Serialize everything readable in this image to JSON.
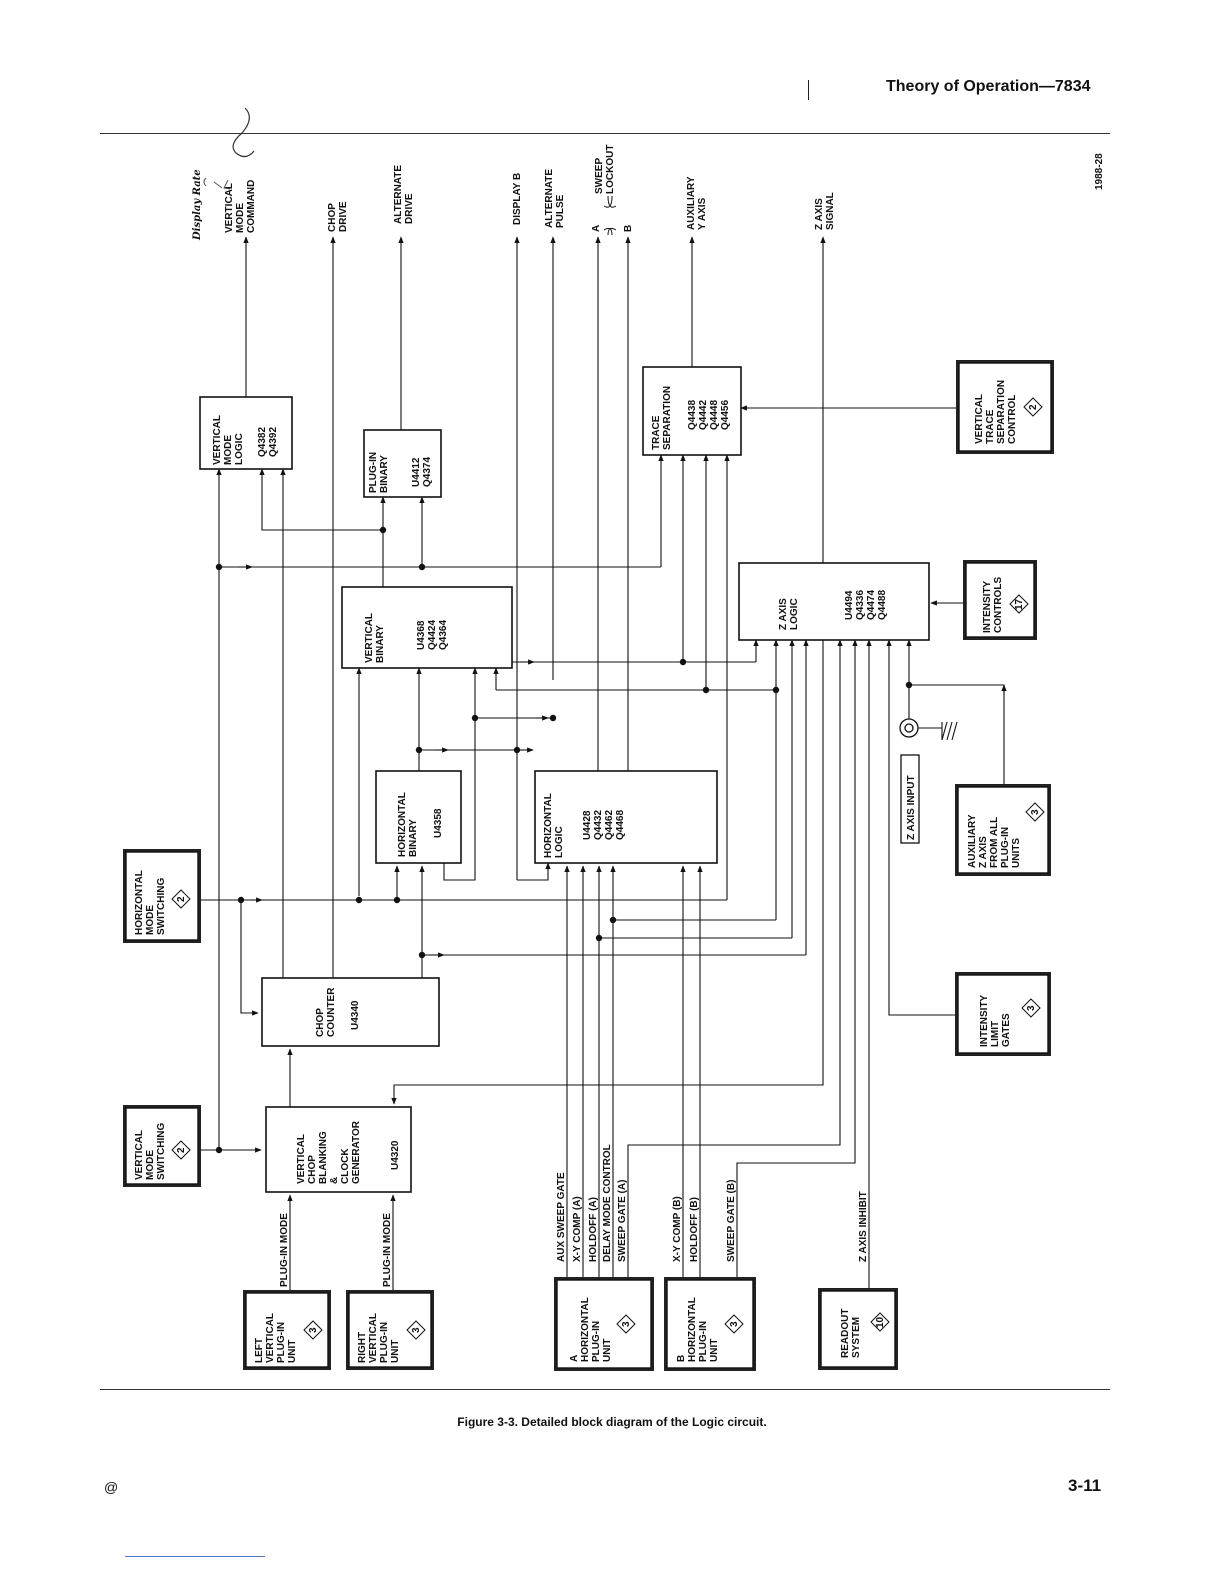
{
  "header": {
    "title": "Theory of Operation—7834"
  },
  "figure": {
    "number": "1988-28",
    "caption": "Figure 3-3.  Detailed block diagram of the Logic circuit."
  },
  "footer": {
    "mark": "@",
    "page": "3-11"
  },
  "annotation": {
    "handwritten": "Display Rate"
  },
  "outputs": {
    "vertical_mode_command": [
      "VERTICAL",
      "MODE",
      "COMMAND"
    ],
    "chop_drive": [
      "CHOP",
      "DRIVE"
    ],
    "alternate_drive": [
      "ALTERNATE",
      "DRIVE"
    ],
    "display_b": [
      "DISPLAY B"
    ],
    "alternate_pulse": [
      "ALTERNATE",
      "PULSE"
    ],
    "sweep_lockout": [
      "SWEEP",
      "LOCKOUT"
    ],
    "sweep_a": "A",
    "sweep_b": "B",
    "auxiliary_y_axis": [
      "AUXILIARY",
      "Y AXIS"
    ],
    "z_axis_signal": [
      "Z AXIS",
      "SIGNAL"
    ]
  },
  "blocks": {
    "vertical_mode_logic": {
      "name": [
        "VERTICAL",
        "MODE",
        "LOGIC"
      ],
      "parts": [
        "Q4382",
        "Q4392"
      ]
    },
    "plugin_binary": {
      "name": [
        "PLUG-IN",
        "BINARY"
      ],
      "parts": [
        "U4412",
        "Q4374"
      ]
    },
    "vertical_binary": {
      "name": [
        "VERTICAL",
        "BINARY"
      ],
      "parts": [
        "U4368",
        "Q4424",
        "Q4364"
      ]
    },
    "horizontal_binary": {
      "name": [
        "HORIZONTAL",
        "BINARY"
      ],
      "parts": [
        "U4358"
      ]
    },
    "horizontal_logic": {
      "name": [
        "HORIZONTAL",
        "LOGIC"
      ],
      "parts": [
        "U4428",
        "Q4432",
        "Q4462",
        "Q4468"
      ]
    },
    "trace_separation": {
      "name": [
        "TRACE",
        "SEPARATION"
      ],
      "parts": [
        "Q4438",
        "Q4442",
        "Q4448",
        "Q4456"
      ]
    },
    "z_axis_logic": {
      "name": [
        "Z AXIS",
        "LOGIC"
      ],
      "parts": [
        "U4494",
        "Q4336",
        "Q4474",
        "Q4488"
      ]
    },
    "chop_counter": {
      "name": [
        "CHOP",
        "COUNTER"
      ],
      "parts": [
        "U4340"
      ]
    },
    "vertical_chop": {
      "name": [
        "VERTICAL",
        "CHOP",
        "BLANKING",
        "&",
        "CLOCK",
        "GENERATOR"
      ],
      "parts": [
        "U4320"
      ]
    }
  },
  "references": {
    "horizontal_mode_switching": {
      "name": [
        "HORIZONTAL",
        "MODE",
        "SWITCHING"
      ],
      "num": "2"
    },
    "vertical_mode_switching": {
      "name": [
        "VERTICAL",
        "MODE",
        "SWITCHING"
      ],
      "num": "2"
    },
    "left_vertical": {
      "name": [
        "LEFT",
        "VERTICAL",
        "PLUG-IN",
        "UNIT"
      ],
      "num": "3"
    },
    "right_vertical": {
      "name": [
        "RIGHT",
        "VERTICAL",
        "PLUG-IN",
        "UNIT"
      ],
      "num": "3"
    },
    "a_horizontal": {
      "name": [
        "A",
        "HORIZONTAL",
        "PLUG-IN",
        "UNIT"
      ],
      "num": "3"
    },
    "b_horizontal": {
      "name": [
        "B",
        "HORIZONTAL",
        "PLUG-IN",
        "UNIT"
      ],
      "num": "3"
    },
    "readout_system": {
      "name": [
        "READOUT",
        "SYSTEM"
      ],
      "num": "10"
    },
    "intensity_limit_gates": {
      "name": [
        "INTENSITY",
        "LIMIT",
        "GATES"
      ],
      "num": "3"
    },
    "auxiliary_z_axis": {
      "name": [
        "AUXILIARY",
        "Z AXIS",
        "FROM ALL",
        "PLUG-IN",
        "UNITS"
      ],
      "num": "3"
    },
    "intensity_controls": {
      "name": [
        "INTENSITY",
        "CONTROLS"
      ],
      "num": "17"
    },
    "vertical_trace_separation": {
      "name": [
        "VERTICAL",
        "TRACE",
        "SEPARATION",
        "CONTROL"
      ],
      "num": "2"
    }
  },
  "signals": {
    "plugin_mode_left": "PLUG-IN MODE",
    "plugin_mode_right": "PLUG-IN MODE",
    "aux_sweep_gate": "AUX SWEEP GATE",
    "xy_comp_a": "X-Y COMP (A)",
    "holdoff_a": "HOLDOFF (A)",
    "delay_mode_control": "DELAY MODE CONTROL",
    "sweep_gate_a": "SWEEP GATE (A)",
    "xy_comp_b": "X-Y COMP (B)",
    "holdoff_b": "HOLDOFF (B)",
    "sweep_gate_b": "SWEEP GATE (B)",
    "z_axis_inhibit": "Z AXIS INHIBIT",
    "z_axis_input": "Z AXIS INPUT"
  }
}
